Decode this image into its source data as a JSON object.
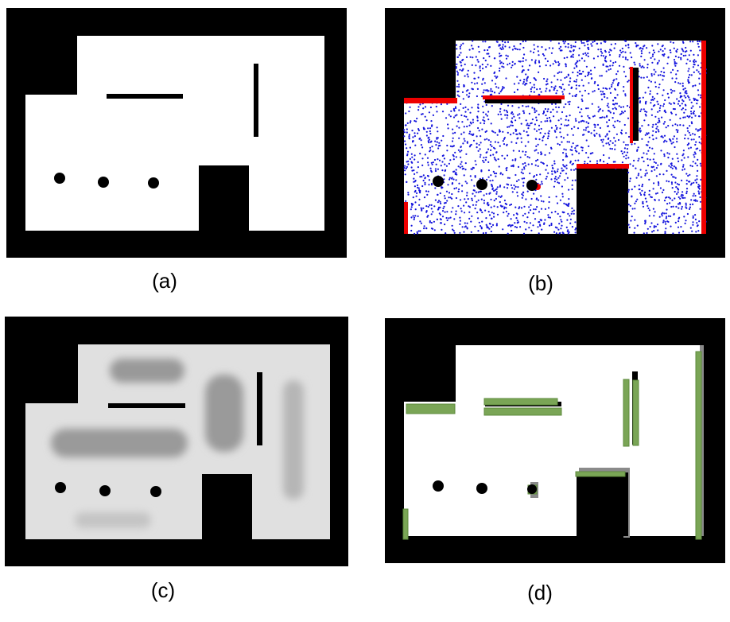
{
  "panels": [
    {
      "id": "a",
      "caption": "(a)",
      "content": "binary-occupancy-map"
    },
    {
      "id": "b",
      "caption": "(b)",
      "content": "sampled-points-map"
    },
    {
      "id": "c",
      "caption": "(c)",
      "content": "blurred-map"
    },
    {
      "id": "d",
      "caption": "(d)",
      "content": "detected-obstacles-map"
    }
  ],
  "colors": {
    "background": "#000000",
    "free_space": "#ffffff",
    "blurred_free_space": "#e0e0e0",
    "blur_blob": "#9c9c9c",
    "sample_points": "#1515dd",
    "edge_points": "#ee0000",
    "detected_box": "#7aa556",
    "shadow": "#8a8a8a"
  }
}
